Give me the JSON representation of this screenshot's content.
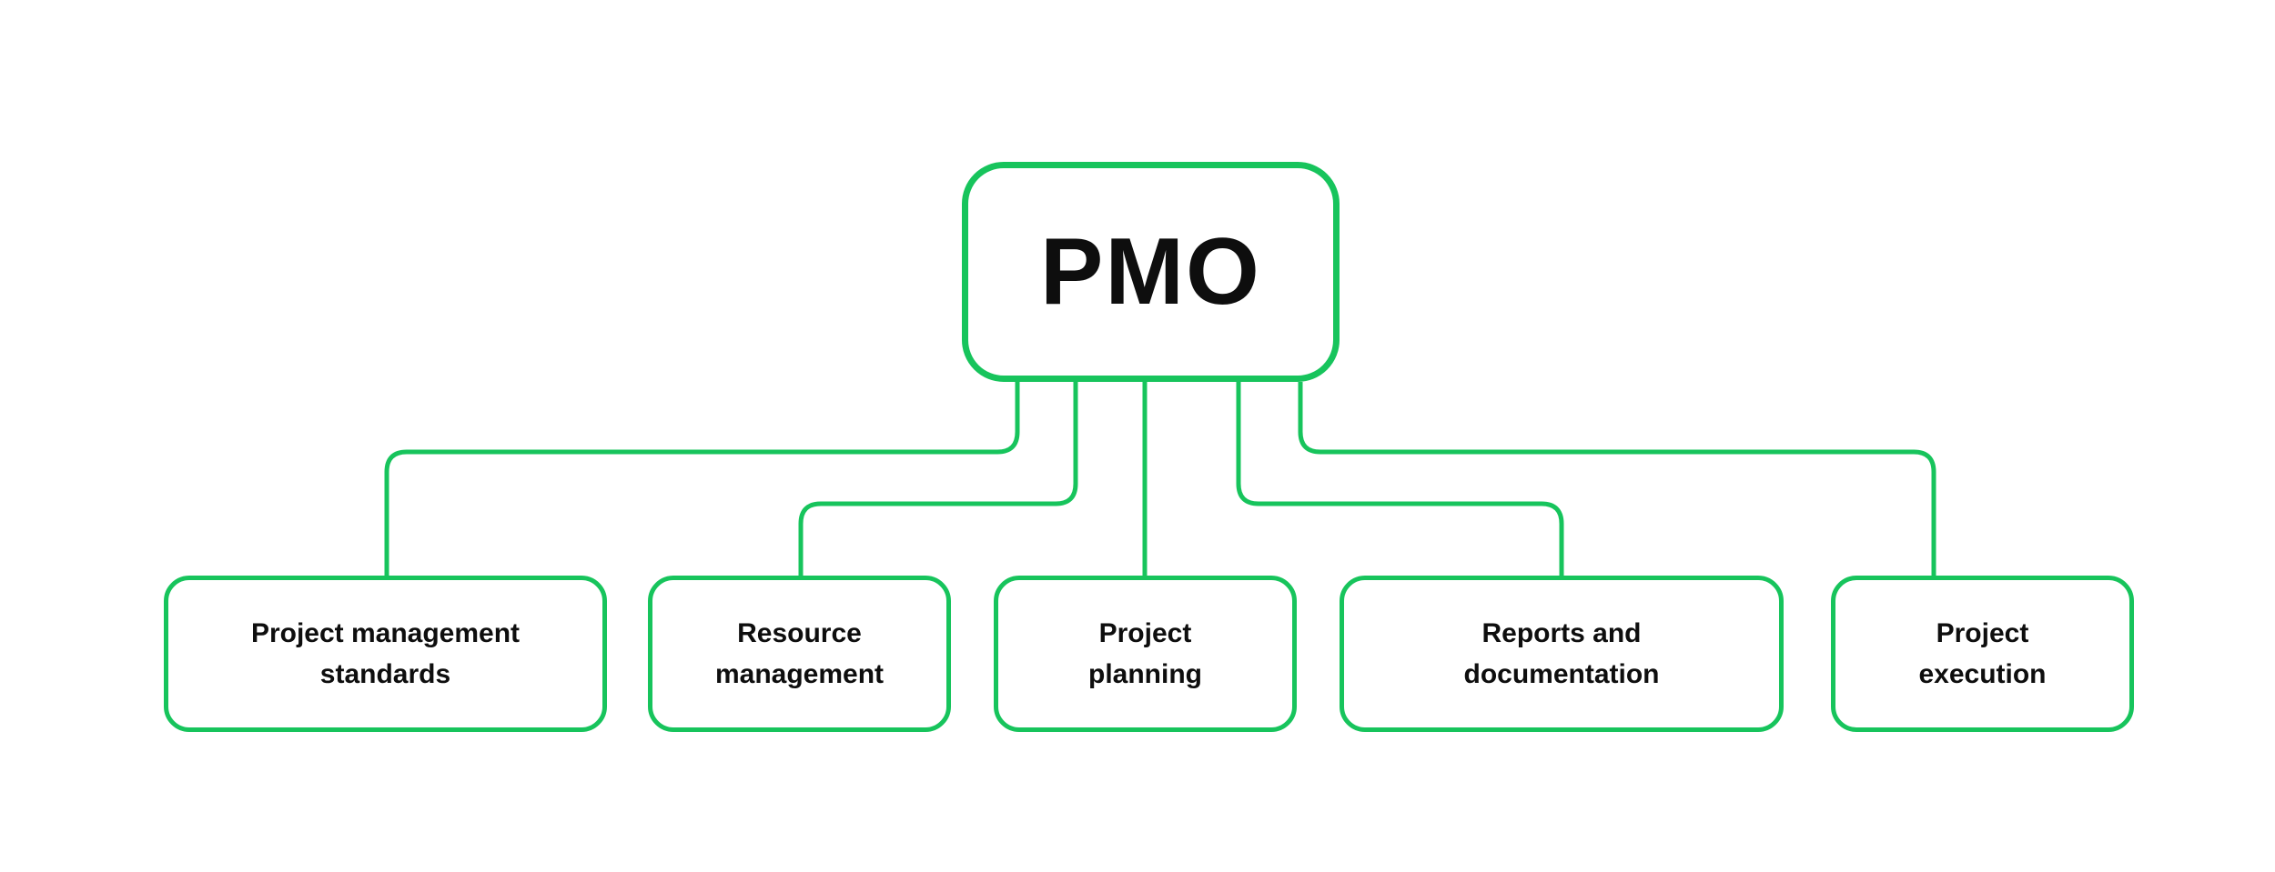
{
  "diagram": {
    "background_color": "#ffffff",
    "accent_color": "#17c45c",
    "text_color": "#0e0e0e",
    "root": {
      "label": "PMO"
    },
    "children": [
      {
        "label": "Project management standards",
        "lines": [
          "Project management",
          "standards"
        ]
      },
      {
        "label": "Resource management",
        "lines": [
          "Resource",
          "management"
        ]
      },
      {
        "label": "Project planning",
        "lines": [
          "Project",
          "planning"
        ]
      },
      {
        "label": "Reports and documentation",
        "lines": [
          "Reports and",
          "documentation"
        ]
      },
      {
        "label": "Project execution",
        "lines": [
          "Project",
          "execution"
        ]
      }
    ]
  }
}
